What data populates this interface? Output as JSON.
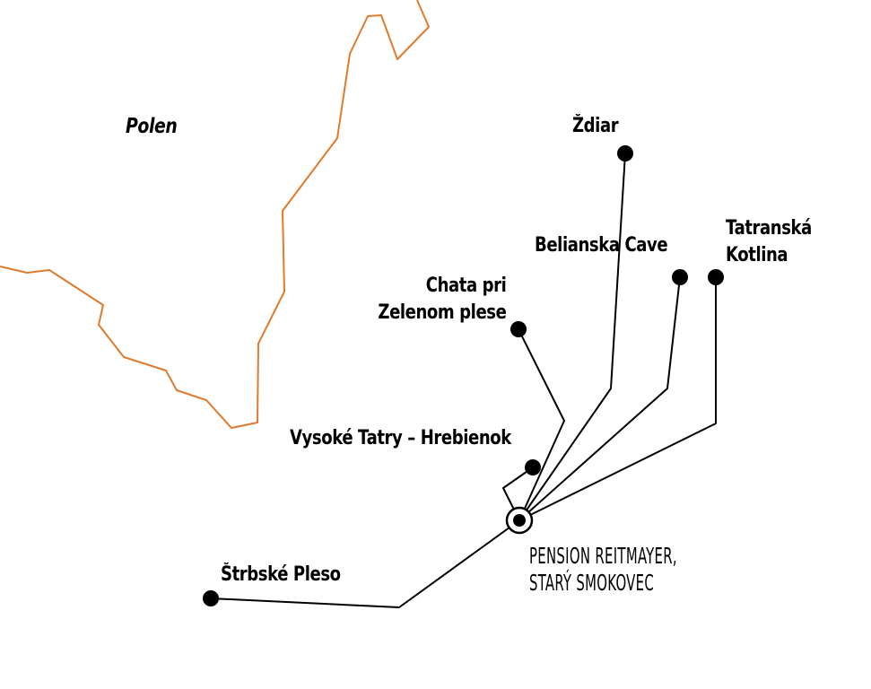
{
  "map": {
    "border_color": "#e07a2e",
    "route_color": "#000000",
    "country_label": "Polen",
    "hub": {
      "line1": "PENSION REITMAYER,",
      "line2": "STARÝ SMOKOVEC"
    },
    "destinations": [
      {
        "id": "zdiar",
        "lines": [
          "Ždiar"
        ]
      },
      {
        "id": "belianska-cave",
        "lines": [
          "Belianska Cave"
        ]
      },
      {
        "id": "tatranska-kotlina",
        "lines": [
          "Tatranská",
          "Kotlina"
        ]
      },
      {
        "id": "chata-pri-zelenom-plese",
        "lines": [
          "Chata pri",
          "Zelenom plese"
        ]
      },
      {
        "id": "vysoke-tatry-hrebienok",
        "lines": [
          "Vysoké Tatry – Hrebienok"
        ]
      },
      {
        "id": "strbske-pleso",
        "lines": [
          "Štrbské Pleso"
        ]
      }
    ]
  }
}
